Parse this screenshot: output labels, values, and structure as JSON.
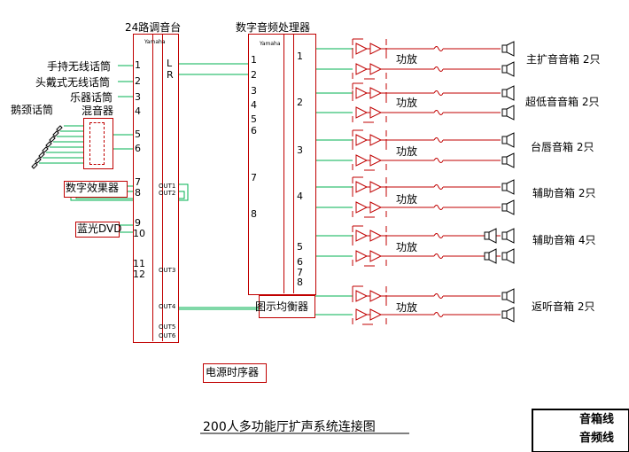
{
  "title": "200人多功能厅扩声系统连接图",
  "mixer": {
    "label": "24路调音台",
    "logo": "Yamaha",
    "inputs": [
      "1",
      "2",
      "3",
      "4",
      "5",
      "6",
      "7",
      "8",
      "9",
      "10",
      "11",
      "12"
    ],
    "outputs": [
      "L",
      "R"
    ],
    "sends": [
      "OUT1",
      "OUT2",
      "OUT3",
      "OUT4",
      "OUT5",
      "OUT6"
    ]
  },
  "dsp": {
    "label": "数字音频处理器",
    "logo": "Yamaha",
    "inputs": [
      "1",
      "2",
      "3",
      "4",
      "5",
      "6",
      "7",
      "8"
    ],
    "outputs": [
      "1",
      "2",
      "3",
      "4",
      "5",
      "6",
      "7",
      "8"
    ]
  },
  "sources": {
    "handheld": "手持无线话筒",
    "headset": "头戴式无线话筒",
    "instrument": "乐器话筒",
    "gooseneck": "鹅颈话筒",
    "submixer": "混音器",
    "effects": "数字效果器",
    "bluray": "蓝光DVD",
    "sequencer": "电源时序器",
    "eq": "图示均衡器"
  },
  "amp_label": "功放",
  "zones": [
    {
      "label": "主扩音音箱 2只"
    },
    {
      "label": "超低音音箱 2只"
    },
    {
      "label": "台唇音箱 2只"
    },
    {
      "label": "辅助音箱 2只"
    },
    {
      "label": "辅助音箱 4只"
    },
    {
      "label": "返听音箱 2只"
    }
  ],
  "legend": {
    "speaker_line": "音箱线",
    "audio_line": "音频线"
  },
  "colors": {
    "box": "#c00000",
    "speaker_line": "#c00000",
    "audio_line": "#00b050",
    "text": "#000000"
  }
}
